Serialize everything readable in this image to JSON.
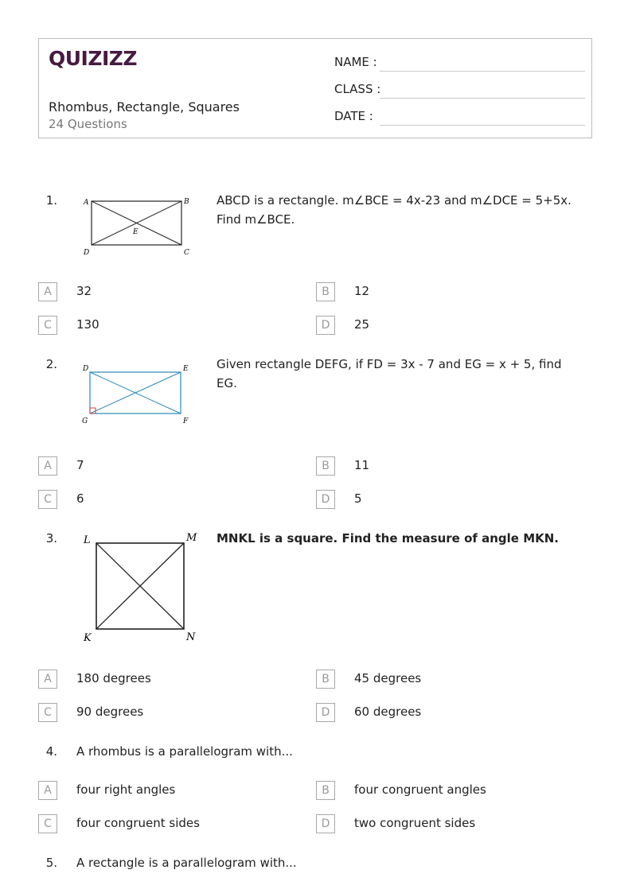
{
  "header": {
    "logo": "QUIZIZZ",
    "title": "Rhombus, Rectangle, Squares",
    "question_count": "24 Questions",
    "fields": [
      "NAME :",
      "CLASS :",
      "DATE  :"
    ]
  },
  "questions": [
    {
      "number": "1.",
      "text": "ABCD is a rectangle.  m∠BCE = 4x-23 and m∠DCE = 5+5x.  Find m∠BCE.",
      "figure_labels": [
        "A",
        "B",
        "C",
        "D",
        "E"
      ],
      "options": [
        {
          "letter": "A",
          "text": "32"
        },
        {
          "letter": "B",
          "text": "12"
        },
        {
          "letter": "C",
          "text": "130"
        },
        {
          "letter": "D",
          "text": "25"
        }
      ]
    },
    {
      "number": "2.",
      "text": "Given rectangle DEFG, if FD = 3x - 7 and EG = x + 5, find EG.",
      "figure_labels": [
        "D",
        "E",
        "F",
        "G"
      ],
      "options": [
        {
          "letter": "A",
          "text": "7"
        },
        {
          "letter": "B",
          "text": "11"
        },
        {
          "letter": "C",
          "text": "6"
        },
        {
          "letter": "D",
          "text": "5"
        }
      ]
    },
    {
      "number": "3.",
      "text": "MNKL is a square. Find the measure of angle MKN.",
      "figure_labels": [
        "L",
        "M",
        "K",
        "N"
      ],
      "options": [
        {
          "letter": "A",
          "text": "180 degrees"
        },
        {
          "letter": "B",
          "text": "45 degrees"
        },
        {
          "letter": "C",
          "text": "90 degrees"
        },
        {
          "letter": "D",
          "text": "60 degrees"
        }
      ]
    },
    {
      "number": "4.",
      "text": "A rhombus is a parallelogram with...",
      "options": [
        {
          "letter": "A",
          "text": "four right angles"
        },
        {
          "letter": "B",
          "text": "four congruent angles"
        },
        {
          "letter": "C",
          "text": "four congruent sides"
        },
        {
          "letter": "D",
          "text": "two congruent sides"
        }
      ]
    },
    {
      "number": "5.",
      "text": "A rectangle is a parallelogram with..."
    }
  ]
}
